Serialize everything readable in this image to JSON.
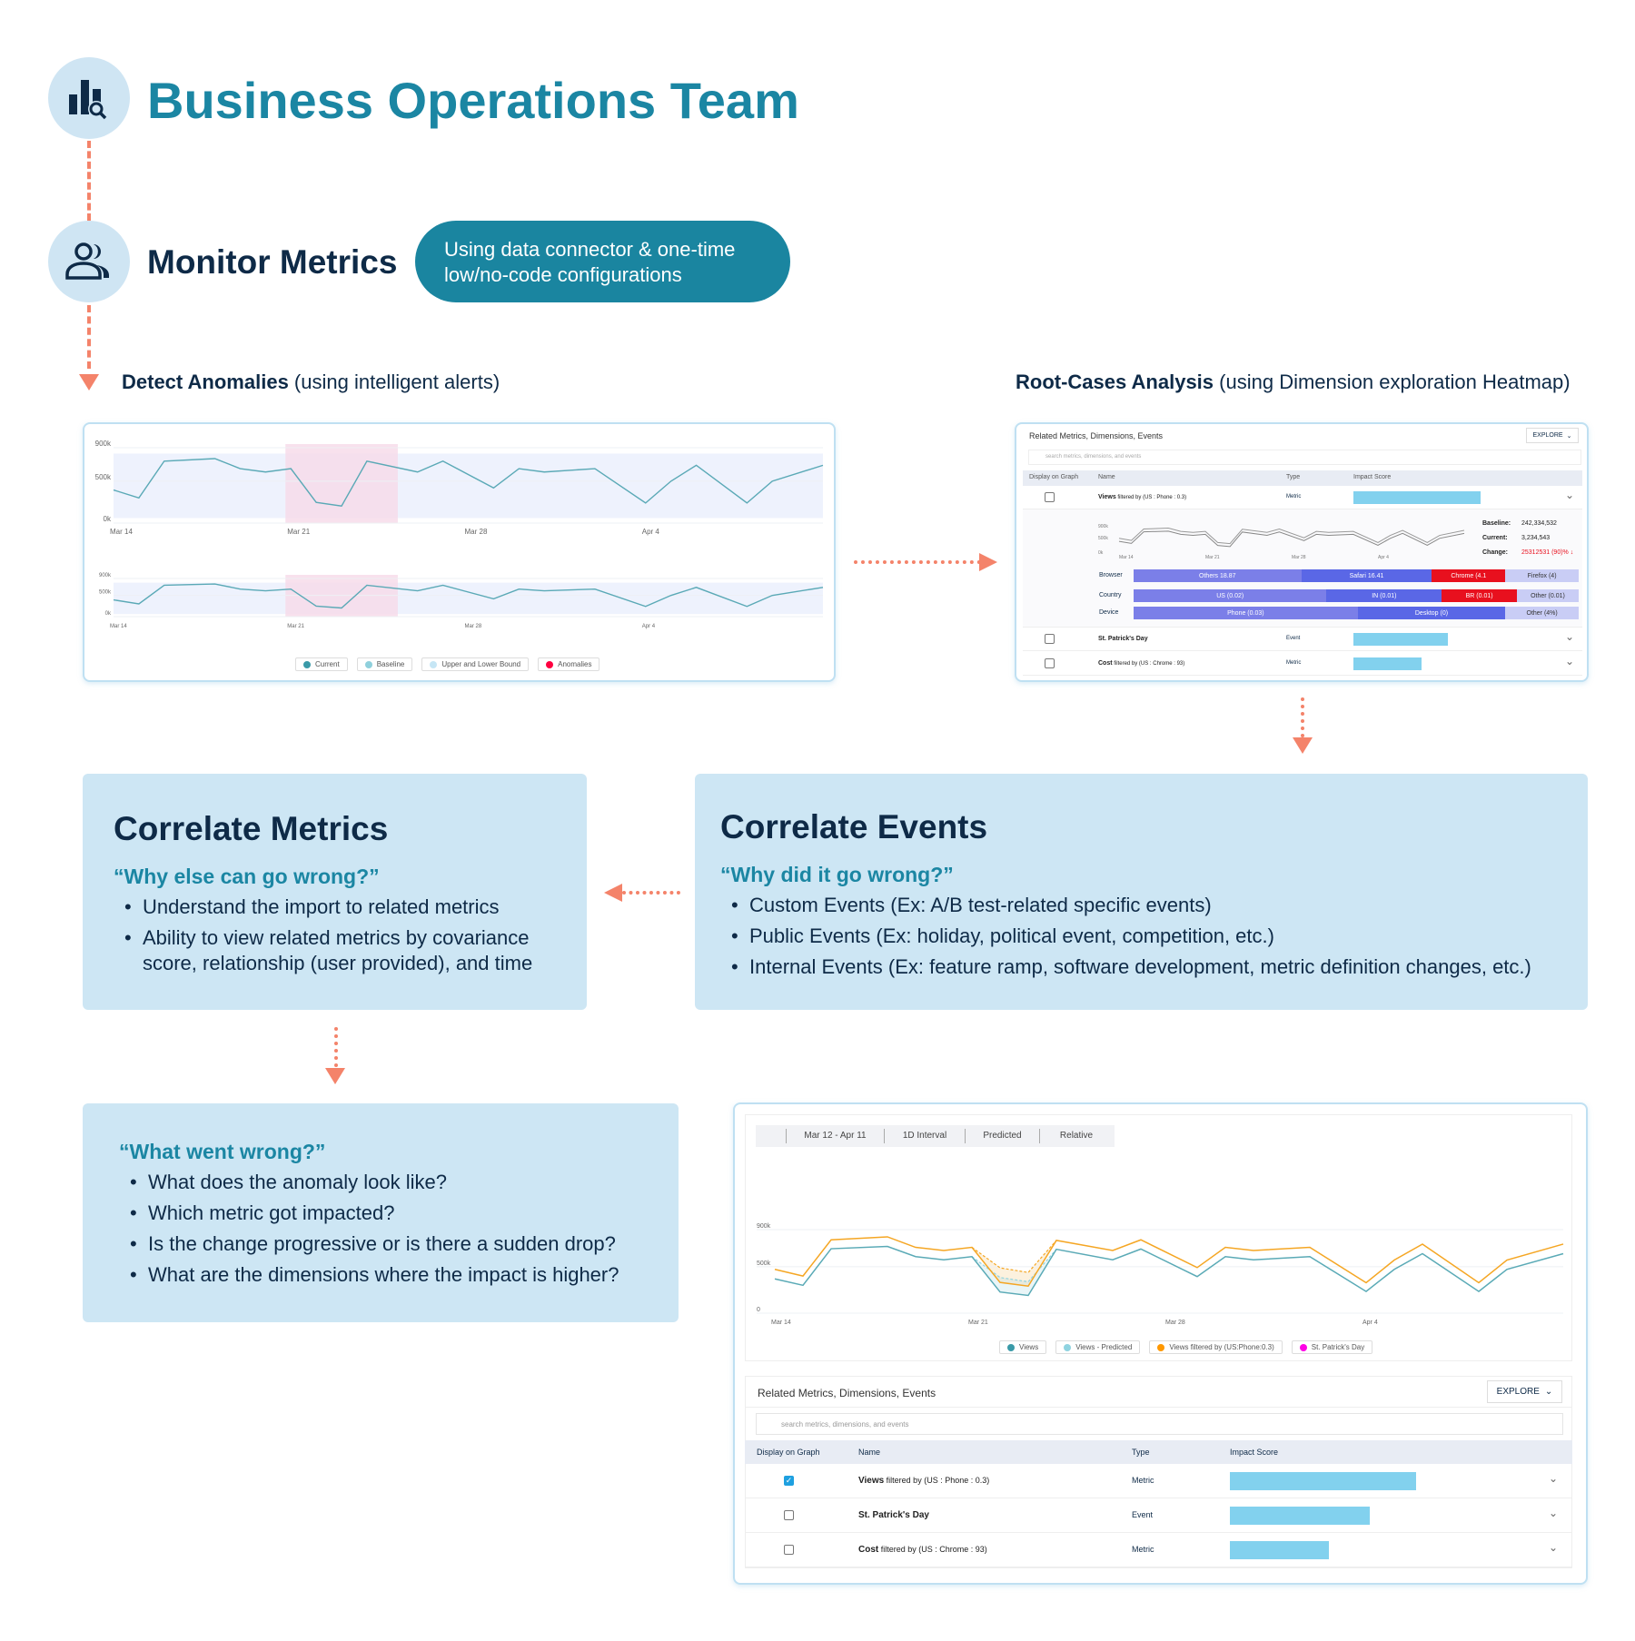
{
  "header": {
    "title": "Business Operations Team",
    "icon": "bar-chart-search-icon"
  },
  "monitor": {
    "title": "Monitor Metrics",
    "icon": "users-icon",
    "pill": "Using data connector & one-time low/no-code configurations"
  },
  "detect": {
    "label_bold": "Detect Anomalies",
    "label_rest": " (using intelligent alerts)"
  },
  "root": {
    "label_bold": "Root-Cases Analysis",
    "label_rest": " (using Dimension exploration Heatmap)"
  },
  "colors": {
    "accent": "#1b86a3",
    "navy": "#0e2a47",
    "box": "#cde6f4",
    "connector": "#f4836a",
    "views": "#4aa3b0",
    "predicted": "#8fd3e0",
    "filtered": "#f5a623",
    "anomaly": "#ff0040",
    "event": "#ff00e6"
  },
  "correlate_metrics": {
    "title": "Correlate Metrics",
    "quote": "“Why else can go wrong?”",
    "bullets": [
      "Understand the import to related metrics",
      "Ability to view related metrics by covariance score, relationship (user provided), and time"
    ]
  },
  "correlate_events": {
    "title": "Correlate Events",
    "quote": "“Why did it go wrong?”",
    "bullets": [
      "Custom Events (Ex: A/B test-related specific events)",
      "Public Events (Ex: holiday, political event, competition, etc.)",
      "Internal Events (Ex: feature ramp, software development, metric definition changes, etc.)"
    ]
  },
  "what_wrong": {
    "quote": "“What went wrong?”",
    "bullets": [
      "What does the anomaly look like?",
      "Which metric got impacted?",
      "Is the change progressive or is there a sudden drop?",
      "What are the dimensions where the impact is higher?"
    ]
  },
  "heatmap_panel": {
    "title": "Related Metrics, Dimensions, Events",
    "explore": "EXPLORE",
    "search_placeholder": "search metrics, dimensions, and events",
    "columns": [
      "Display on Graph",
      "Name",
      "Type",
      "Impact Score"
    ],
    "rows": [
      {
        "name_bold": "Views",
        "name_rest": " filtered by (US : Phone : 0.3)",
        "type": "Metric",
        "impact": 0.62,
        "checked": false
      },
      {
        "name_bold": "St. Patrick's Day",
        "name_rest": "",
        "type": "Event",
        "impact": 0.46,
        "checked": false
      },
      {
        "name_bold": "Cost",
        "name_rest": " filtered by (US : Chrome : 93)",
        "type": "Metric",
        "impact": 0.33,
        "checked": false
      }
    ],
    "stats": [
      {
        "label": "Baseline:",
        "value": "242,334,532"
      },
      {
        "label": "Current:",
        "value": "3,234,543"
      },
      {
        "label": "Change:",
        "value": "25312531 (90)% ↓"
      }
    ],
    "dimensions": [
      {
        "label": "Browser",
        "cells": [
          {
            "text": "Others 18.87",
            "share": 37.7,
            "tone": "mid"
          },
          {
            "text": "Safari 16.41",
            "share": 29.4,
            "tone": "dark"
          },
          {
            "text": "Chrome (4.1",
            "share": 16.5,
            "tone": "red"
          },
          {
            "text": "Firefox (4)",
            "share": 16.5,
            "tone": "light"
          }
        ]
      },
      {
        "label": "Country",
        "cells": [
          {
            "text": "US (0.02)",
            "share": 43.4,
            "tone": "mid"
          },
          {
            "text": "IN (0.01)",
            "share": 25.9,
            "tone": "dark"
          },
          {
            "text": "BR (0.01)",
            "share": 16.9,
            "tone": "red"
          },
          {
            "text": "Other (0.01)",
            "share": 13.9,
            "tone": "light"
          }
        ]
      },
      {
        "label": "Device",
        "cells": [
          {
            "text": "Phone (0.03)",
            "share": 50.4,
            "tone": "mid"
          },
          {
            "text": "Desktop (0)",
            "share": 33.2,
            "tone": "dark"
          },
          {
            "text": "Other (4%)",
            "share": 16.5,
            "tone": "light"
          }
        ]
      }
    ]
  },
  "bottom_panel": {
    "toolbar": [
      "Mar 12 - Apr 11",
      "1D Interval",
      "Predicted",
      "Relative"
    ],
    "table": {
      "title": "Related Metrics, Dimensions, Events",
      "explore": "EXPLORE",
      "search_placeholder": "search metrics, dimensions, and events",
      "columns": [
        "Display on Graph",
        "Name",
        "Type",
        "Impact Score"
      ],
      "rows": [
        {
          "name_bold": "Views",
          "name_rest": " filtered by (US : Phone : 0.3)",
          "type": "Metric",
          "impact": 0.6,
          "checked": true
        },
        {
          "name_bold": "St. Patrick's Day",
          "name_rest": "",
          "type": "Event",
          "impact": 0.45,
          "checked": false
        },
        {
          "name_bold": "Cost",
          "name_rest": " filtered by (US : Chrome : 93)",
          "type": "Metric",
          "impact": 0.32,
          "checked": false
        }
      ]
    }
  },
  "chart_data": [
    {
      "type": "line",
      "id": "anomaly",
      "x": [
        "03-14",
        "03-15",
        "03-16",
        "03-18",
        "03-19",
        "03-20",
        "03-21",
        "03-22",
        "03-23",
        "03-24",
        "03-26",
        "03-27",
        "03-29",
        "03-30",
        "03-31",
        "04-02",
        "04-04",
        "04-05",
        "04-06",
        "04-08",
        "04-09",
        "04-11"
      ],
      "series": [
        {
          "name": "Current",
          "values": [
            395,
            300,
            740,
            770,
            650,
            610,
            650,
            247,
            204,
            740,
            610,
            740,
            420,
            650,
            610,
            650,
            240,
            500,
            690,
            240,
            500,
            690
          ]
        }
      ],
      "bounds": {
        "lower": 60,
        "upper": 830
      },
      "anomaly_range": [
        "03-21",
        "03-24"
      ],
      "y_ticks": [
        "900k",
        "500k",
        "0k"
      ],
      "ylim": [
        0,
        900
      ],
      "x_ticks": [
        {
          "label": "Mar 14",
          "x": "03-14"
        },
        {
          "label": "Mar 21",
          "x": "03-21"
        },
        {
          "label": "Mar 28",
          "x": "03-28"
        },
        {
          "label": "Apr 4",
          "x": "04-04"
        }
      ],
      "legend": [
        "Current",
        "Baseline",
        "Upper and Lower Bound",
        "Anomalies"
      ],
      "legend_placement": "bottom"
    },
    {
      "type": "line",
      "id": "views",
      "x": [
        "03-14",
        "03-15",
        "03-16",
        "03-18",
        "03-19",
        "03-20",
        "03-21",
        "03-22",
        "03-23",
        "03-24",
        "03-26",
        "03-27",
        "03-29",
        "03-30",
        "03-31",
        "04-02",
        "04-04",
        "04-05",
        "04-06",
        "04-08",
        "04-09",
        "04-11"
      ],
      "series": [
        {
          "name": "Views",
          "values": [
            369,
            300,
            694,
            719,
            609,
            575,
            609,
            228,
            191,
            688,
            575,
            691,
            394,
            609,
            575,
            609,
            234,
            472,
            641,
            234,
            472,
            641
          ]
        },
        {
          "name": "Views filtered by (US:Phone:0.3)",
          "values": [
            472,
            400,
            790,
            822,
            709,
            675,
            709,
            331,
            291,
            784,
            675,
            790,
            491,
            709,
            675,
            709,
            328,
            572,
            744,
            328,
            572,
            744
          ]
        }
      ],
      "predicted": {
        "x": [
          "03-21",
          "03-22",
          "03-23",
          "03-24"
        ],
        "views": [
          609,
          384,
          338,
          688
        ],
        "filtered": [
          709,
          488,
          438,
          784
        ]
      },
      "y_ticks": [
        "900k",
        "500k",
        "0"
      ],
      "ylim": [
        0,
        900
      ],
      "x_ticks": [
        {
          "label": "Mar 14",
          "x": "03-14"
        },
        {
          "label": "Mar 21",
          "x": "03-21"
        },
        {
          "label": "Mar 28",
          "x": "03-28"
        },
        {
          "label": "Apr 4",
          "x": "04-04"
        }
      ],
      "legend": [
        "Views",
        "Views - Predicted",
        "Views filtered by (US:Phone:0.3)",
        "St. Patrick's Day"
      ],
      "legend_placement": "bottom"
    }
  ]
}
